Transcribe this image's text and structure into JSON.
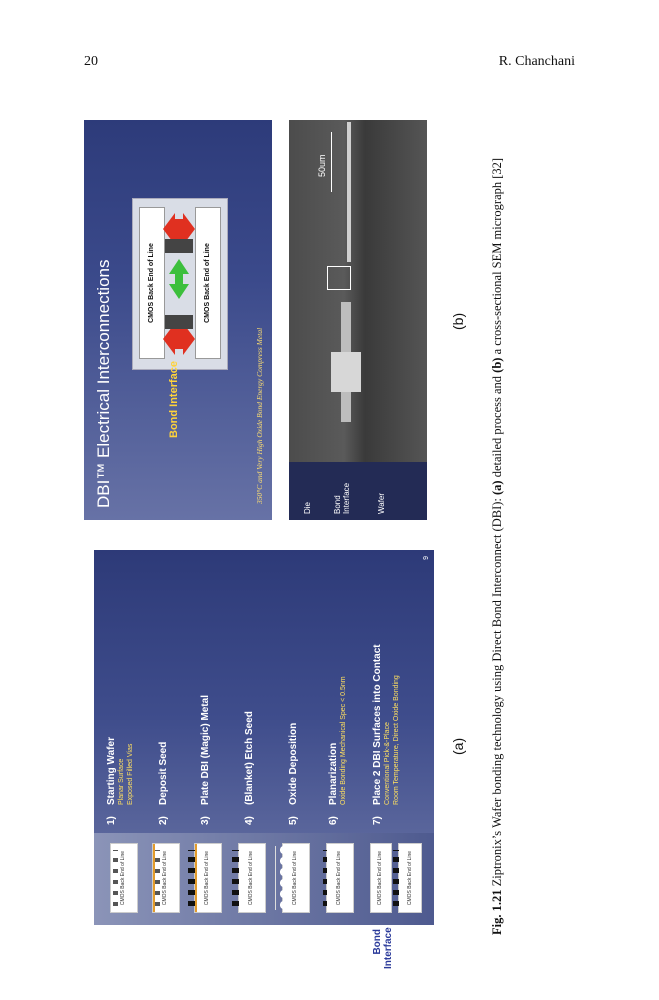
{
  "header": {
    "page_number": "20",
    "author": "R. Chanchani"
  },
  "slide_a": {
    "layer_label": "CMOS Back End of Line",
    "bond_label": "Bond Interface",
    "steps": [
      {
        "num": "1)",
        "title": "Starting Wafer",
        "subs": [
          "Planar Surface",
          "Exposed Filled Vias"
        ]
      },
      {
        "num": "2)",
        "title": "Deposit Seed",
        "subs": []
      },
      {
        "num": "3)",
        "title": "Plate DBI (Magic) Metal",
        "subs": []
      },
      {
        "num": "4)",
        "title": "(Blanket) Etch Seed",
        "subs": []
      },
      {
        "num": "5)",
        "title": "Oxide Deposition",
        "subs": []
      },
      {
        "num": "6)",
        "title": "Planarization",
        "subs": [
          "Oxide Bonding Mechanical Spec < 0.5nm"
        ]
      },
      {
        "num": "7)",
        "title": "Place 2 DBI Surfaces into Contact",
        "subs": [
          "Conventional Pick-&-Place",
          "Room Temperature, Direct Oxide Bonding"
        ]
      }
    ],
    "slide_number": "9"
  },
  "slide_b": {
    "title": "DBI™ Electrical Interconnections",
    "top_layer": "CMOS Back End of Line",
    "bottom_layer": "CMOS Back End of Line",
    "bond_label": "Bond Interface",
    "footer": "350°C and Very High Oxide Bond Energy Compress Metal"
  },
  "sem": {
    "labels": [
      "Die",
      "Bond Interface",
      "Wafer"
    ],
    "scale": "50um"
  },
  "labels": {
    "a": "(a)",
    "b": "(b)"
  },
  "caption": {
    "fig": "Fig. 1.21",
    "text_1": " Ziptronix’s Wafer bonding technology using Direct Bond Interconnect (DBI): ",
    "a": "(a)",
    "text_2": " detailed process and ",
    "b": "(b)",
    "text_3": " a cross-sectional SEM micrograph [32]"
  }
}
